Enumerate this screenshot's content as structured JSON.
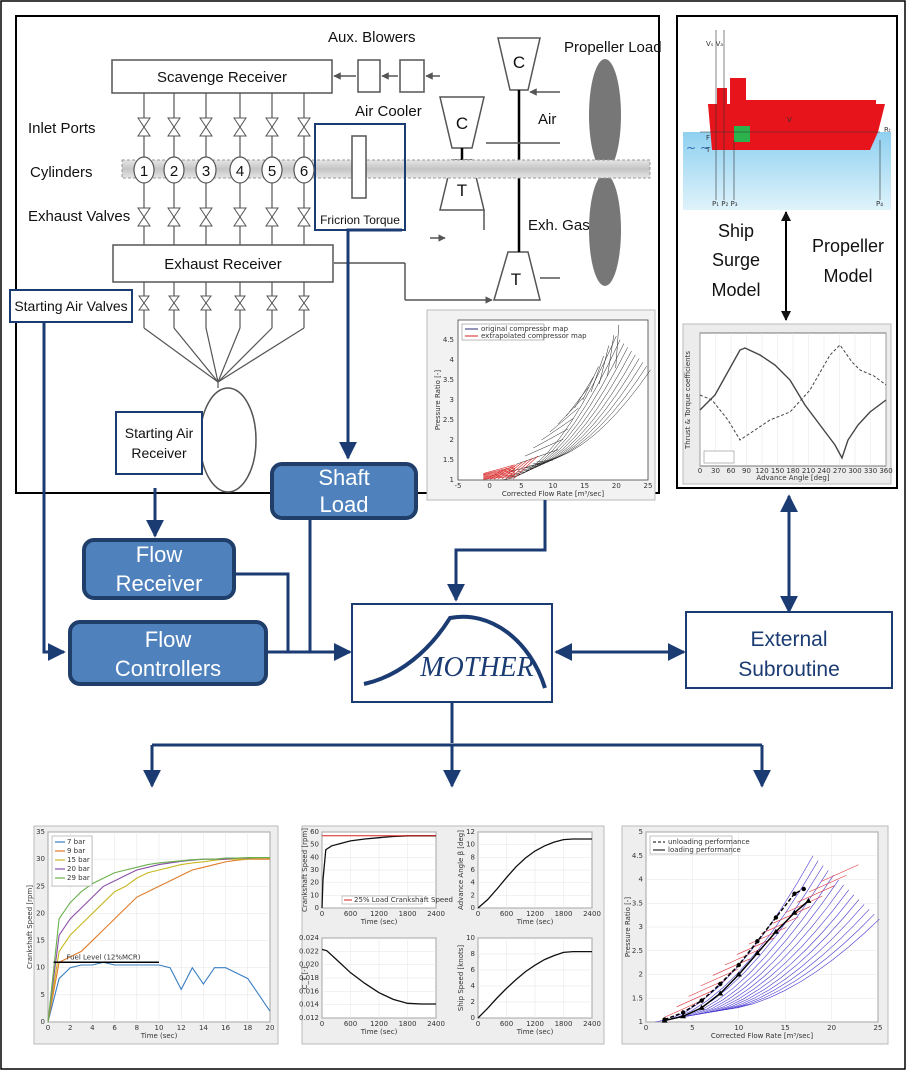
{
  "engine": {
    "aux_blowers": "Aux. Blowers",
    "propeller_load": "Propeller Load",
    "scavenge_receiver": "Scavenge Receiver",
    "air_cooler": "Air Cooler",
    "air": "Air",
    "compressor_label": "C",
    "turbine_label": "T",
    "inlet_ports": "Inlet Ports",
    "cylinders": "Cylinders",
    "cylinder_numbers": [
      "1",
      "2",
      "3",
      "4",
      "5",
      "6"
    ],
    "exhaust_valves": "Exhaust Valves",
    "friction_torque": "Fricrion Torque",
    "exh_gas": "Exh. Gas",
    "exhaust_receiver": "Exhaust Receiver",
    "starting_air_valves": "Starting Air Valves",
    "starting_air_receiver_line1": "Starting Air",
    "starting_air_receiver_line2": "Receiver"
  },
  "ship": {
    "ship_surge_model": [
      "Ship",
      "Surge",
      "Model"
    ],
    "propeller_model": [
      "Propeller",
      "Model"
    ]
  },
  "blocks": {
    "shaft_load": [
      "Shaft",
      "Load"
    ],
    "flow_receiver": [
      "Flow",
      "Receiver"
    ],
    "flow_controllers": [
      "Flow",
      "Controllers"
    ],
    "mother": "MOTHER",
    "external_subroutine": [
      "External",
      "Subroutine"
    ]
  },
  "compressor_map_small": {
    "legend": [
      "original compressor map",
      "extrapolated compressor map"
    ],
    "xlabel": "Corrected Flow Rate [m³/sec]",
    "ylabel": "Pressure Ratio [-]",
    "xticks": [
      "-5",
      "0",
      "5",
      "10",
      "15",
      "20",
      "25"
    ],
    "yticks": [
      "1",
      "1.5",
      "2",
      "2.5",
      "3",
      "3.5",
      "4",
      "4.5"
    ]
  },
  "propeller_chart": {
    "xlabel": "Advance Angle [deg]",
    "ylabel": "Thrust & Torque coefficients",
    "xticks": [
      "0",
      "30",
      "60",
      "90",
      "120",
      "150",
      "180",
      "210",
      "240",
      "270",
      "300",
      "330",
      "360"
    ]
  },
  "chart_data": [
    {
      "type": "line",
      "ylabel": "Crankshaft Speed [rpm]",
      "xlabel": "Time (sec)",
      "xlim": [
        0,
        20
      ],
      "ylim": [
        0,
        35
      ],
      "xticks": [
        "0",
        "2",
        "4",
        "6",
        "8",
        "10",
        "12",
        "14",
        "16",
        "18",
        "20"
      ],
      "yticks": [
        "0",
        "5",
        "10",
        "15",
        "20",
        "25",
        "30",
        "35"
      ],
      "legend": [
        "7 bar",
        "9 bar",
        "15 bar",
        "20 bar",
        "29 bar"
      ],
      "annotation": "Fuel Level (12%MCR)",
      "colors": [
        "#3a7fc1",
        "#e07b2a",
        "#c8b820",
        "#8a4fa8",
        "#6ab04c"
      ],
      "series": [
        {
          "name": "7 bar",
          "x": [
            0,
            1,
            2,
            3,
            4,
            5,
            6,
            7,
            8,
            9,
            10,
            11,
            12,
            13,
            14,
            15,
            16,
            17,
            18,
            19,
            20
          ],
          "values": [
            0,
            8,
            10,
            10.5,
            10.5,
            11,
            10.5,
            10.5,
            10.5,
            10.5,
            10.5,
            10,
            6,
            10,
            7,
            10,
            10,
            9,
            8,
            5,
            2
          ]
        },
        {
          "name": "9 bar",
          "x": [
            0,
            1,
            2,
            3,
            4,
            5,
            6,
            7,
            8,
            9,
            10,
            11,
            12,
            13,
            14,
            15,
            16,
            17,
            18,
            19,
            20
          ],
          "values": [
            0,
            11,
            12,
            13,
            15,
            17,
            19,
            21,
            23,
            24,
            25,
            26,
            27,
            28,
            28.5,
            29,
            29.5,
            29.8,
            30,
            30,
            30
          ]
        },
        {
          "name": "15 bar",
          "x": [
            0,
            1,
            2,
            3,
            4,
            5,
            6,
            7,
            8,
            9,
            10,
            11,
            12,
            13,
            14,
            15,
            16,
            17,
            18,
            19,
            20
          ],
          "values": [
            0,
            13,
            16,
            18,
            20,
            22,
            24,
            25,
            26.5,
            27.5,
            28,
            28.5,
            29,
            29.3,
            29.5,
            29.8,
            30,
            30,
            30,
            30.2,
            30.2
          ]
        },
        {
          "name": "20 bar",
          "x": [
            0,
            1,
            2,
            3,
            4,
            5,
            6,
            7,
            8,
            9,
            10,
            11,
            12,
            13,
            14,
            15,
            16,
            17,
            18,
            19,
            20
          ],
          "values": [
            0,
            16,
            19,
            21,
            23,
            25,
            26,
            27,
            28,
            28.5,
            29,
            29.3,
            29.6,
            29.8,
            30,
            30,
            30,
            30.2,
            30.2,
            30.3,
            30.3
          ]
        },
        {
          "name": "29 bar",
          "x": [
            0,
            1,
            2,
            3,
            4,
            5,
            6,
            7,
            8,
            9,
            10,
            11,
            12,
            13,
            14,
            15,
            16,
            17,
            18,
            19,
            20
          ],
          "values": [
            0,
            19,
            22,
            24,
            25.5,
            26.5,
            27.5,
            28,
            28.5,
            29,
            29.3,
            29.5,
            29.7,
            29.9,
            30,
            30,
            30.2,
            30.2,
            30.3,
            30.3,
            30.3
          ]
        }
      ],
      "reference_line": {
        "value": 11,
        "from": 0.5,
        "to": 10
      }
    },
    {
      "type": "line",
      "ylabel": "Crankshaft Speed [rpm]",
      "xlabel": "Time (sec)",
      "xlim": [
        0,
        2400
      ],
      "ylim": [
        0,
        60
      ],
      "xticks": [
        "0",
        "600",
        "1200",
        "1800",
        "2400"
      ],
      "yticks": [
        "0",
        "10",
        "20",
        "30",
        "40",
        "50",
        "60"
      ],
      "legend": [
        "25% Load Crankshaft Speed"
      ],
      "series": [
        {
          "x": [
            0,
            20,
            80,
            200,
            400,
            600,
            900,
            1200,
            1500,
            1800,
            2100,
            2400
          ],
          "values": [
            0,
            22,
            46,
            49,
            51,
            53,
            54.5,
            55.5,
            56.5,
            57,
            57,
            57
          ]
        }
      ],
      "reference_line": {
        "value": 57
      }
    },
    {
      "type": "line",
      "ylabel": "Advance Angle β [deg]",
      "xlabel": "Time (sec)",
      "xlim": [
        0,
        2400
      ],
      "ylim": [
        0,
        12
      ],
      "xticks": [
        "0",
        "600",
        "1200",
        "1800",
        "2400"
      ],
      "yticks": [
        "0",
        "2",
        "4",
        "6",
        "8",
        "10",
        "12"
      ],
      "series": [
        {
          "x": [
            0,
            200,
            400,
            600,
            800,
            1000,
            1200,
            1400,
            1600,
            1800,
            2000,
            2200,
            2400
          ],
          "values": [
            0,
            1.3,
            3,
            4.8,
            6.5,
            7.9,
            9,
            9.8,
            10.4,
            10.8,
            10.9,
            10.9,
            10.9
          ]
        }
      ]
    },
    {
      "type": "line",
      "ylabel": "C_T [-]",
      "xlabel": "Time (sec)",
      "xlim": [
        0,
        2400
      ],
      "ylim": [
        0.012,
        0.024
      ],
      "xticks": [
        "0",
        "600",
        "1200",
        "1800",
        "2400"
      ],
      "yticks": [
        "0.012",
        "0.014",
        "0.016",
        "0.018",
        "0.020",
        "0.022",
        "0.024"
      ],
      "series": [
        {
          "x": [
            0,
            100,
            300,
            600,
            900,
            1200,
            1500,
            1800,
            2100,
            2400
          ],
          "values": [
            0.0223,
            0.0221,
            0.0208,
            0.0188,
            0.0172,
            0.0158,
            0.0148,
            0.0142,
            0.0141,
            0.0141
          ]
        }
      ]
    },
    {
      "type": "line",
      "ylabel": "Ship Speed [knots]",
      "xlabel": "Time (sec)",
      "xlim": [
        0,
        2400
      ],
      "ylim": [
        0,
        10
      ],
      "xticks": [
        "0",
        "600",
        "1200",
        "1800",
        "2400"
      ],
      "yticks": [
        "0",
        "2",
        "4",
        "6",
        "8",
        "10"
      ],
      "series": [
        {
          "x": [
            0,
            200,
            400,
            600,
            800,
            1000,
            1200,
            1400,
            1600,
            1800,
            2000,
            2200,
            2400
          ],
          "values": [
            0,
            1.2,
            2.5,
            3.7,
            4.8,
            5.8,
            6.6,
            7.3,
            7.8,
            8.2,
            8.3,
            8.3,
            8.3
          ]
        }
      ]
    },
    {
      "type": "line",
      "ylabel": "Pressure Ratio [-]",
      "xlabel": "Corrected Flow Rate [m³/sec]",
      "xlim": [
        0,
        25
      ],
      "ylim": [
        1,
        5
      ],
      "xticks": [
        "0",
        "5",
        "10",
        "15",
        "20",
        "25"
      ],
      "yticks": [
        "1",
        "1.5",
        "2",
        "2.5",
        "3",
        "3.5",
        "4",
        "4.5",
        "5"
      ],
      "legend": [
        "unloading performance",
        "loading performance"
      ],
      "series": [
        {
          "name": "unloading performance",
          "x": [
            2,
            4,
            6,
            8,
            10,
            12,
            14,
            16,
            17
          ],
          "values": [
            1.05,
            1.2,
            1.45,
            1.8,
            2.2,
            2.7,
            3.2,
            3.7,
            3.8
          ]
        },
        {
          "name": "loading performance",
          "x": [
            2,
            4,
            6,
            8,
            10,
            12,
            14,
            16,
            17.5
          ],
          "values": [
            1.03,
            1.12,
            1.3,
            1.6,
            2.0,
            2.45,
            2.9,
            3.3,
            3.55
          ]
        }
      ]
    }
  ]
}
